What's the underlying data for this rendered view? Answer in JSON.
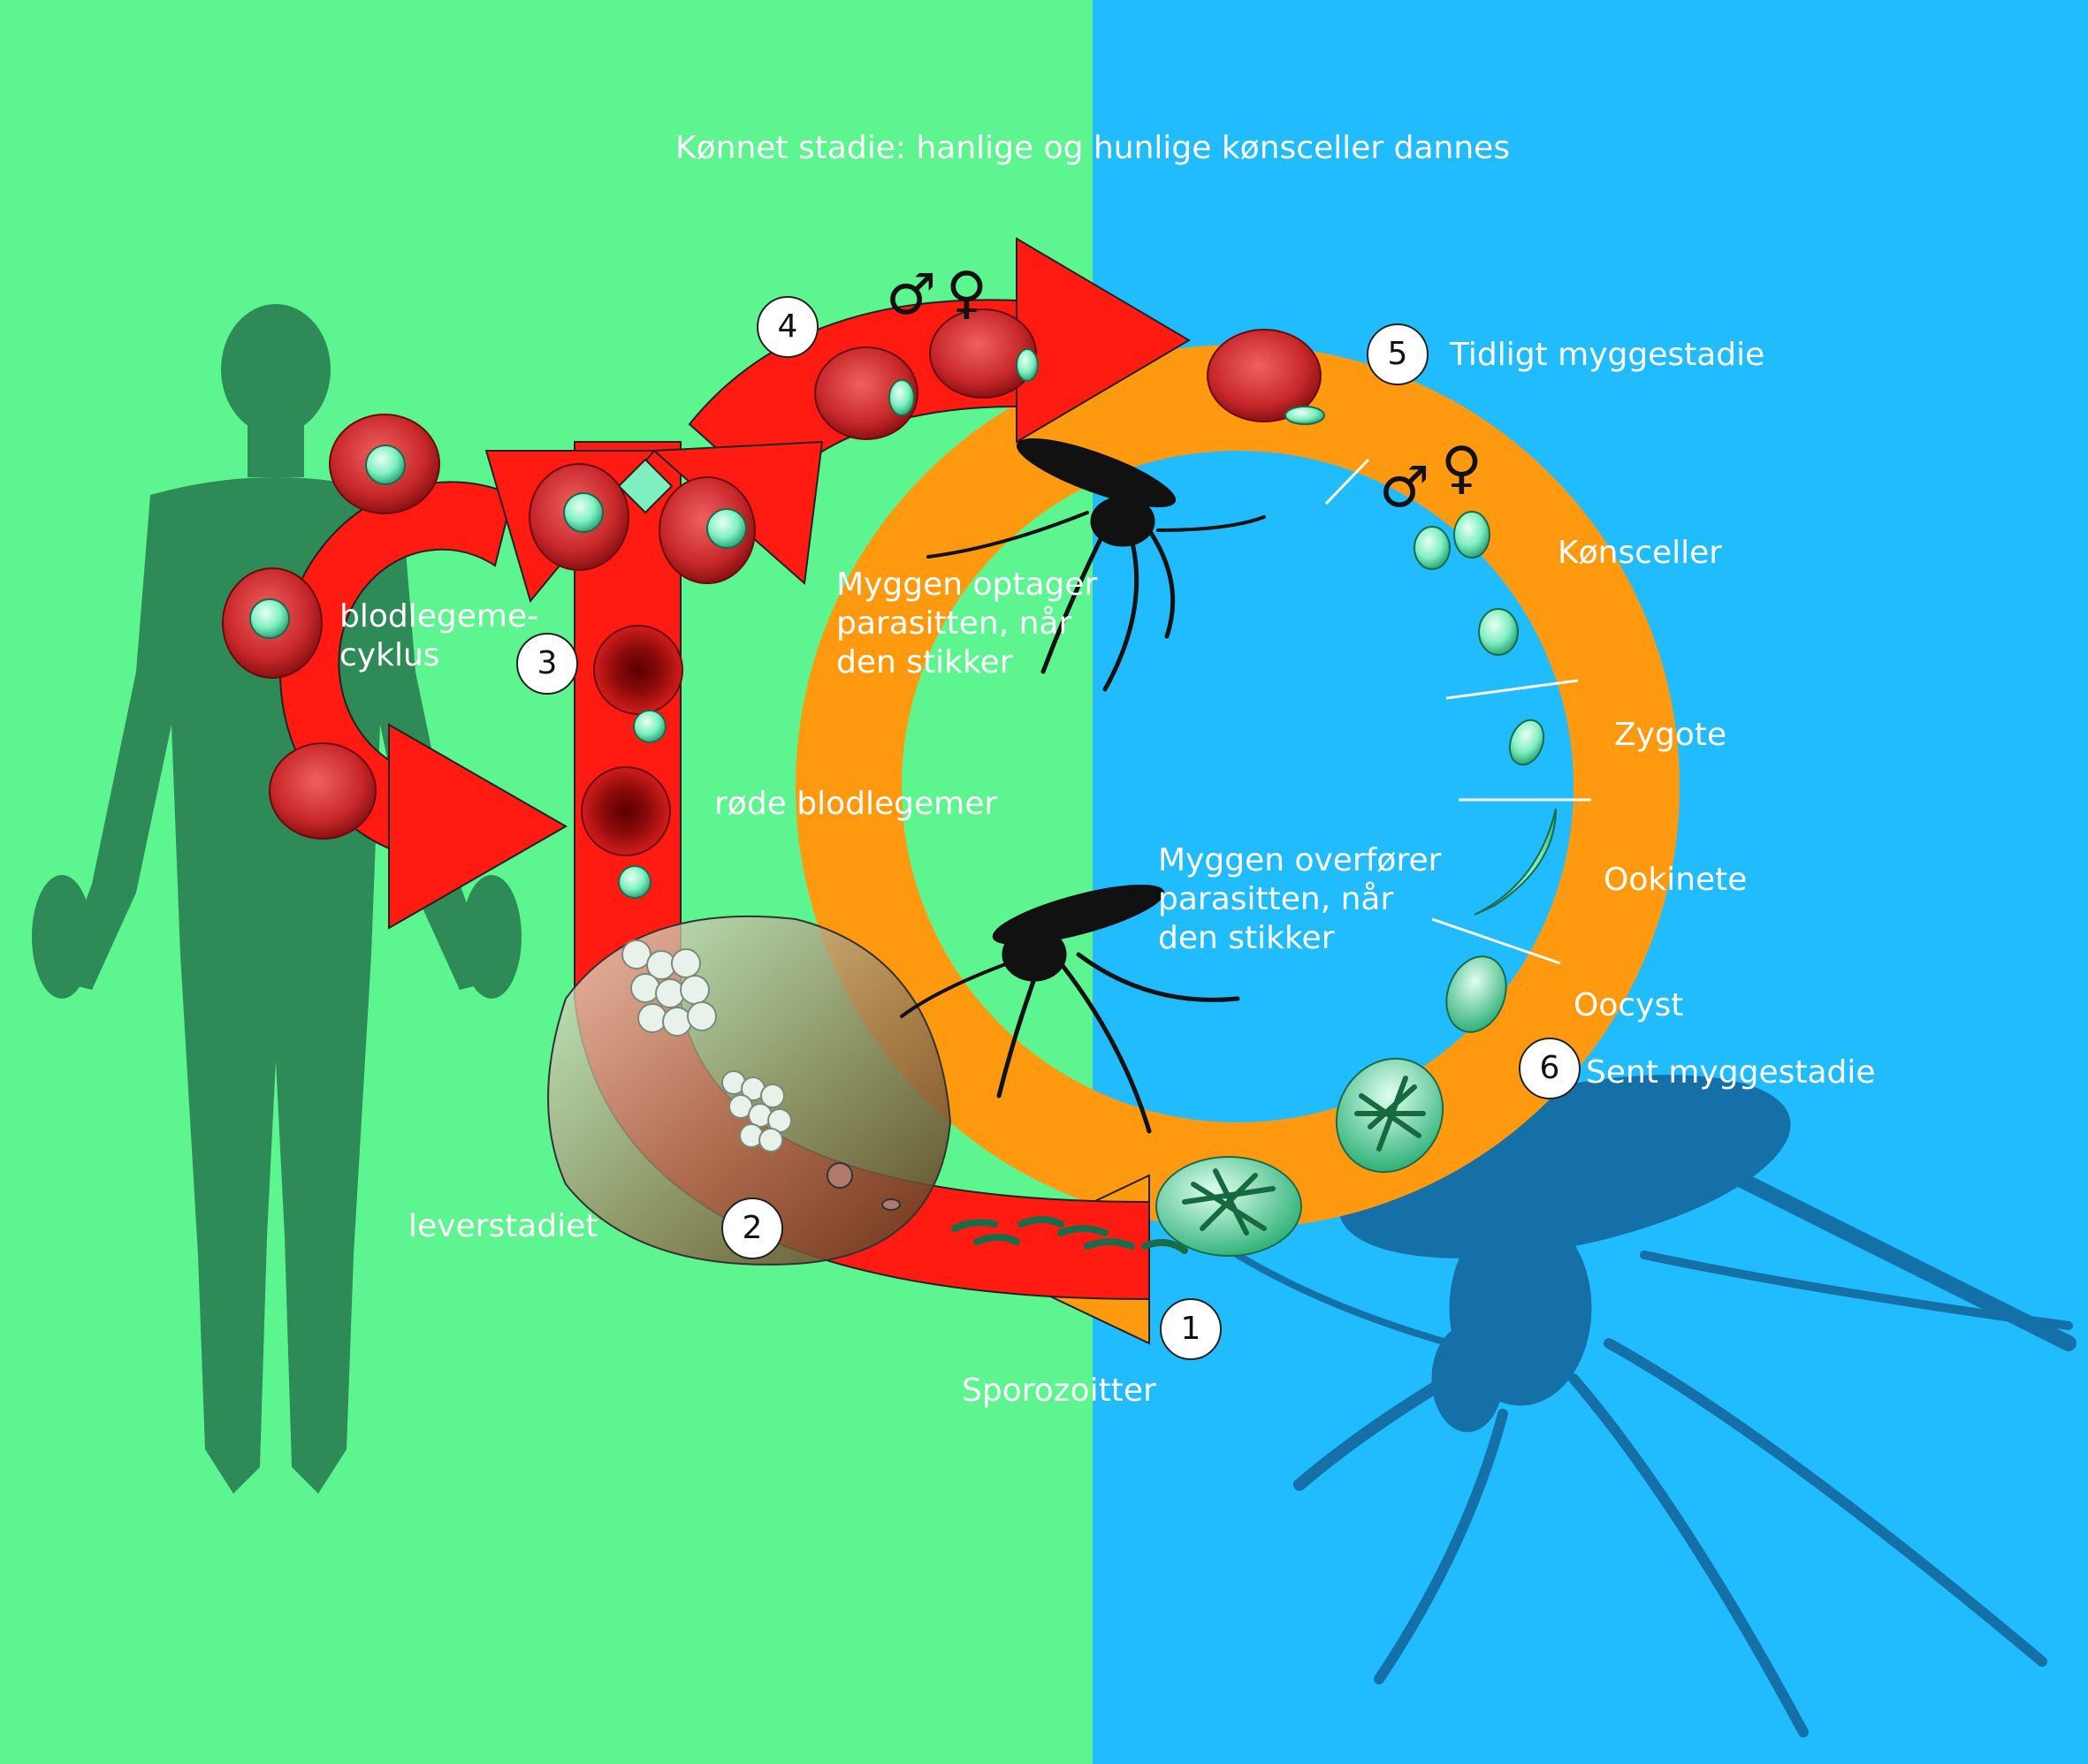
{
  "title": "Kønnet stadie: hanlige og hunlige kønsceller dannes",
  "labels": {
    "tidligt": "Tidligt myggestadie",
    "konsceller": "Kønsceller",
    "zygote": "Zygote",
    "ookinete": "Ookinete",
    "oocyst": "Oocyst",
    "sent": "Sent myggestadie",
    "sporozoitter": "Sporozoitter",
    "leverstadiet": "leverstadiet",
    "rode": "røde blodlegemer",
    "blodlegeme": "blodlegeme-\ncyklus",
    "optager": "Myggen optager\nparasitten, når\nden stikker",
    "overforer": "Myggen overfører\nparasitten, når\nden stikker"
  },
  "numbers": {
    "n1": "1",
    "n2": "2",
    "n3": "3",
    "n4": "4",
    "n5": "5",
    "n6": "6"
  },
  "symbols": {
    "male": "♂",
    "female": "♀"
  },
  "colors": {
    "human_bg": "#5df58f",
    "mosquito_bg": "#21bcfd",
    "human_cycle": "#ff1a12",
    "mosquito_cycle": "#ff9a10",
    "human_silhouette": "#2e8b57",
    "mosquito_shadow": "#1570a8",
    "parasite": "#7ef0c0"
  },
  "icons": [
    "human-silhouette",
    "mosquito-silhouette",
    "red-blood-cell",
    "liver-shape",
    "male-symbol",
    "female-symbol"
  ]
}
